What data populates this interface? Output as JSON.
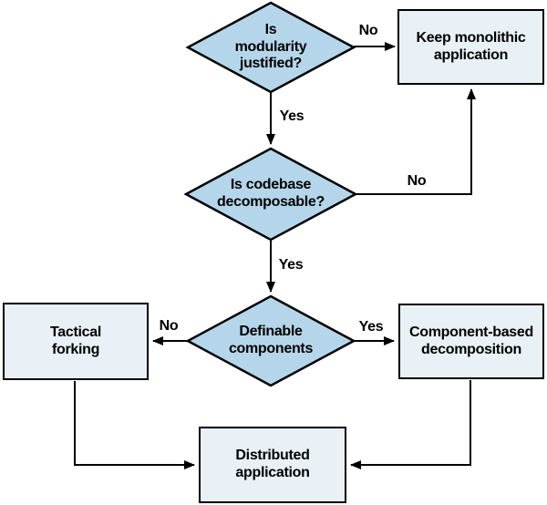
{
  "diagram": {
    "type": "flowchart",
    "background": "#ffffff",
    "colors": {
      "diamond_fill": "#b5d6ea",
      "box_fill": "#e9f1f7",
      "stroke": "#000000",
      "text": "#000000"
    },
    "nodes": {
      "d1": {
        "kind": "decision",
        "label": "Is\nmodularity\njustified?"
      },
      "d2": {
        "kind": "decision",
        "label": "Is codebase\ndecomposable?"
      },
      "d3": {
        "kind": "decision",
        "label": "Definable\ncomponents"
      },
      "keep_monolithic": {
        "kind": "process",
        "label": "Keep monolithic\napplication"
      },
      "tactical_forking": {
        "kind": "process",
        "label": "Tactical\nforking"
      },
      "component_based": {
        "kind": "process",
        "label": "Component-based\ndecomposition"
      },
      "distributed": {
        "kind": "process",
        "label": "Distributed\napplication"
      }
    },
    "edge_labels": {
      "d1_no": "No",
      "d1_yes": "Yes",
      "d2_no": "No",
      "d2_yes": "Yes",
      "d3_no": "No",
      "d3_yes": "Yes"
    }
  }
}
